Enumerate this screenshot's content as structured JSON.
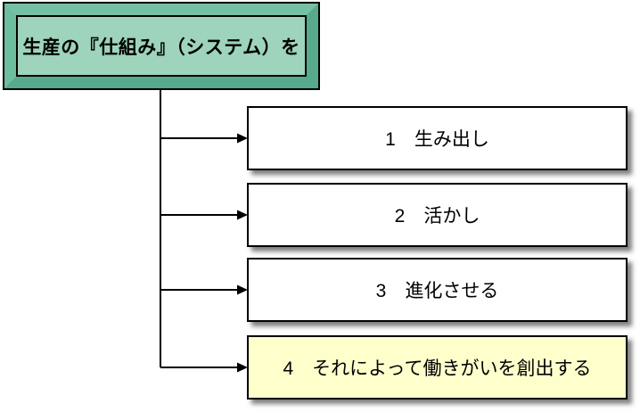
{
  "diagram": {
    "root": {
      "label": "生産の『仕組み』（システム）を"
    },
    "steps": [
      {
        "number": "1",
        "label": "1　生み出し",
        "highlighted": false
      },
      {
        "number": "2",
        "label": "2　活かし",
        "highlighted": false
      },
      {
        "number": "3",
        "label": "3　進化させる",
        "highlighted": false
      },
      {
        "number": "4",
        "label": "4　それによって働きがいを創出する",
        "highlighted": true
      }
    ],
    "colors": {
      "root_panel_fill": "#9dd4bb",
      "root_bevel_light": "#76c1a3",
      "root_bevel_dark": "#57aa8c",
      "step_fill": "#ffffff",
      "highlighted_step_fill": "#ffffcc",
      "outline": "#000000",
      "connector": "#000000",
      "background": "#ffffff"
    }
  }
}
